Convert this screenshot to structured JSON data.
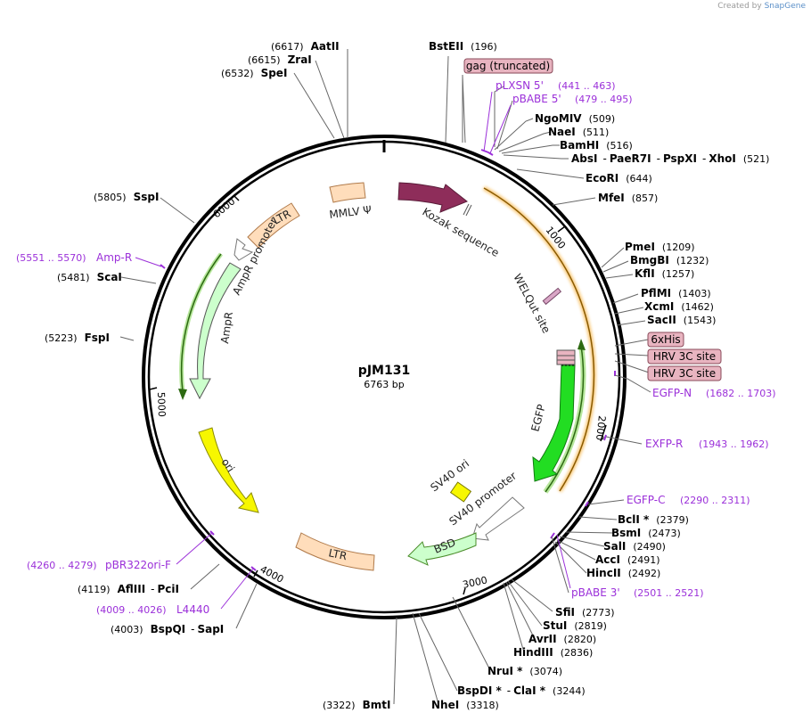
{
  "credit": {
    "prefix": "Created by",
    "brand": "SnapGene"
  },
  "plasmid": {
    "name": "pJM131",
    "size": "6763 bp"
  },
  "ticks": [
    "1000",
    "2000",
    "3000",
    "4000",
    "5000",
    "6000"
  ],
  "colors": {
    "maroon": "#8e2d5a",
    "orange": "#f5a623",
    "green": "#22dd22",
    "palegreen": "#ccffcc",
    "darkgreen": "#4a8c2a",
    "yellow": "#f7f700",
    "peach": "#ffddbb",
    "pink": "#e8b4c0",
    "purple": "#9b30d9",
    "black": "#000000",
    "grey": "#666666"
  },
  "features": [
    {
      "name": "gag-truncated-label",
      "label": "gag (truncated)",
      "style": "box"
    },
    {
      "name": "6xhis-label",
      "label": "6xHis",
      "style": "box"
    },
    {
      "name": "hrv3c-label-1",
      "label": "HRV 3C site",
      "style": "box"
    },
    {
      "name": "hrv3c-label-2",
      "label": "HRV 3C site",
      "style": "box"
    },
    {
      "name": "ltr-top-label",
      "label": "LTR"
    },
    {
      "name": "mmlv-psi-label",
      "label": "MMLV Ψ"
    },
    {
      "name": "kozak-label",
      "label": "Kozak sequence"
    },
    {
      "name": "welqut-label",
      "label": "WELQut site"
    },
    {
      "name": "egfp-label",
      "label": "EGFP"
    },
    {
      "name": "amppromoter-label",
      "label": "AmpR promoter"
    },
    {
      "name": "ampr-label",
      "label": "AmpR"
    },
    {
      "name": "ori-label",
      "label": "ori"
    },
    {
      "name": "ltr-bottom-label",
      "label": "LTR"
    },
    {
      "name": "bsd-label",
      "label": "BSD"
    },
    {
      "name": "sv40-promoter-label",
      "label": "SV40 promoter"
    },
    {
      "name": "sv40-ori-label",
      "label": "SV40 ori"
    }
  ],
  "primers": [
    {
      "label": "pLXSN 5'",
      "range": "(441 .. 463)"
    },
    {
      "label": "pBABE 5'",
      "range": "(479 .. 495)"
    },
    {
      "label": "EGFP-N",
      "range": "(1682 .. 1703)"
    },
    {
      "label": "EXFP-R",
      "range": "(1943 .. 1962)"
    },
    {
      "label": "EGFP-C",
      "range": "(2290 .. 2311)"
    },
    {
      "label": "pBABE 3'",
      "range": "(2501 .. 2521)"
    },
    {
      "label": "Amp-R",
      "range": "(5551 .. 5570)"
    },
    {
      "label": "pBR322ori-F",
      "range": "(4260 .. 4279)"
    },
    {
      "label": "L4440",
      "range": "(4009 .. 4026)"
    }
  ],
  "sites": [
    {
      "label": "BstEII",
      "pos": "(196)"
    },
    {
      "label": "NgoMIV",
      "pos": "(509)"
    },
    {
      "label": "NaeI",
      "pos": "(511)"
    },
    {
      "label": "BamHI",
      "pos": "(516)"
    },
    {
      "label": "AbsI",
      "sep1": "-",
      "label2": "PaeR7I",
      "sep2": "-",
      "label3": "PspXI",
      "sep3": "-",
      "label4": "XhoI",
      "pos": "(521)"
    },
    {
      "label": "EcoRI",
      "pos": "(644)"
    },
    {
      "label": "MfeI",
      "pos": "(857)"
    },
    {
      "label": "PmeI",
      "pos": "(1209)"
    },
    {
      "label": "BmgBI",
      "pos": "(1232)"
    },
    {
      "label": "KflI",
      "pos": "(1257)"
    },
    {
      "label": "PflMI",
      "pos": "(1403)"
    },
    {
      "label": "XcmI",
      "pos": "(1462)"
    },
    {
      "label": "SacII",
      "pos": "(1543)"
    },
    {
      "label": "BclI *",
      "pos": "(2379)"
    },
    {
      "label": "BsmI",
      "pos": "(2473)"
    },
    {
      "label": "SalI",
      "pos": "(2490)"
    },
    {
      "label": "AccI",
      "pos": "(2491)"
    },
    {
      "label": "HincII",
      "pos": "(2492)"
    },
    {
      "label": "SfiI",
      "pos": "(2773)"
    },
    {
      "label": "StuI",
      "pos": "(2819)"
    },
    {
      "label": "AvrII",
      "pos": "(2820)"
    },
    {
      "label": "HindIII",
      "pos": "(2836)"
    },
    {
      "label": "NruI *",
      "pos": "(3074)"
    },
    {
      "label": "BspDI *",
      "sep1": "-",
      "label2": "ClaI *",
      "pos": "(3244)"
    },
    {
      "label": "NheI",
      "pos": "(3318)"
    },
    {
      "label": "BmtI",
      "pos": "(3322)",
      "numFirst": true
    },
    {
      "label": "BspQI",
      "sep1": "-",
      "label2": "SapI",
      "pos": "(4003)",
      "numFirst": true
    },
    {
      "label": "AflIII",
      "sep1": "-",
      "label2": "PciI",
      "pos": "(4119)",
      "numFirst": true
    },
    {
      "label": "FspI",
      "pos": "(5223)",
      "numFirst": true
    },
    {
      "label": "ScaI",
      "pos": "(5481)",
      "numFirst": true
    },
    {
      "label": "SspI",
      "pos": "(5805)",
      "numFirst": true
    },
    {
      "label": "SpeI",
      "pos": "(6532)",
      "numFirst": true
    },
    {
      "label": "ZraI",
      "pos": "(6615)",
      "numFirst": true
    },
    {
      "label": "AatII",
      "pos": "(6617)",
      "numFirst": true
    }
  ]
}
